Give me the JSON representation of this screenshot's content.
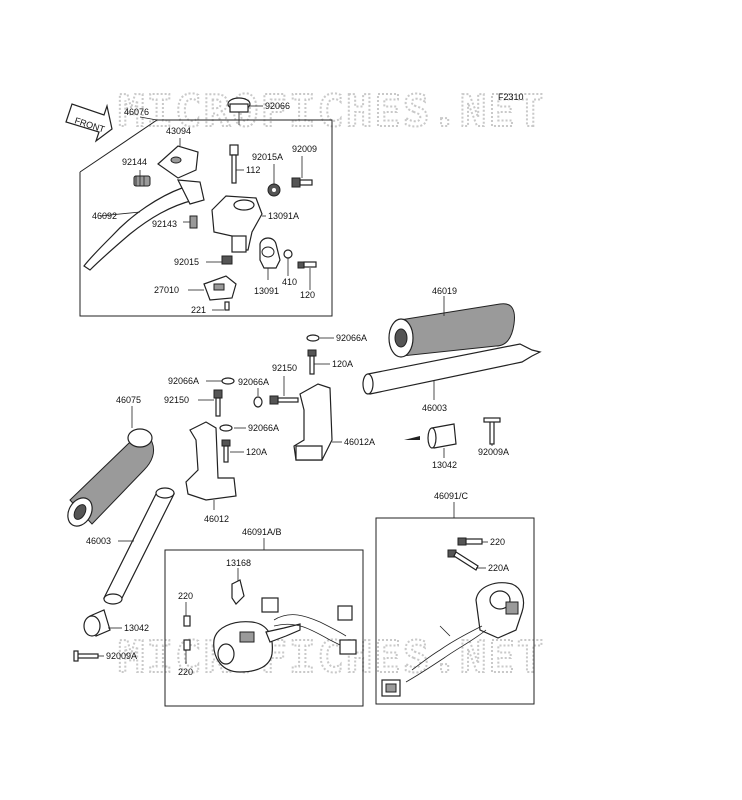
{
  "figure_code": "F2310",
  "front_label": "FRONT",
  "watermark": "MICROFICHES.NET",
  "parts": {
    "p46076": "46076",
    "p92066": "92066",
    "p43094": "43094",
    "p92144": "92144",
    "p92015A": "92015A",
    "p92009": "92009",
    "p112": "112",
    "p46092": "46092",
    "p92143": "92143",
    "p13091A": "13091A",
    "p92015": "92015",
    "p27010": "27010",
    "p221": "221",
    "p13091": "13091",
    "p410": "410",
    "p120": "120",
    "p46019": "46019",
    "p92066A_1": "92066A",
    "p92066A_2": "92066A",
    "p92066A_3": "92066A",
    "p92066A_4": "92066A",
    "p92150_1": "92150",
    "p92150_2": "92150",
    "p120A_1": "120A",
    "p120A_2": "120A",
    "p46003_1": "46003",
    "p46003_2": "46003",
    "p46012A": "46012A",
    "p46075": "46075",
    "p13042_1": "13042",
    "p13042_2": "13042",
    "p92009A_1": "92009A",
    "p92009A_2": "92009A",
    "p46012": "46012",
    "p46091C": "46091/C",
    "p220_1": "220",
    "p220_2": "220",
    "p220_3": "220",
    "p220A": "220A",
    "p46091AB": "46091A/B",
    "p13168": "13168"
  },
  "icons": [
    "front-arrow-icon"
  ]
}
